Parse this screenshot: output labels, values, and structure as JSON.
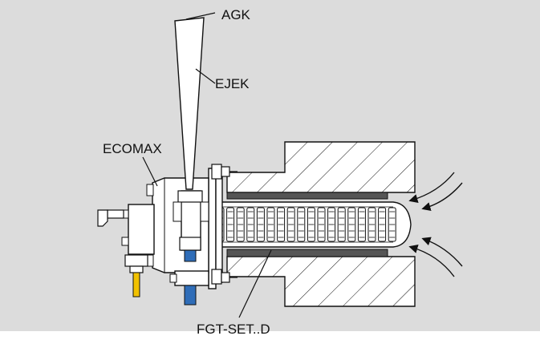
{
  "labels": {
    "agk": "AGK",
    "ejek": "EJEK",
    "ecomax": "ECOMAX",
    "fgt_set": "FGT-SET..D"
  },
  "colors": {
    "background": "#dcdcdc",
    "line": "#111111",
    "component_fill": "#ffffff",
    "dark_gray": "#555555",
    "blue_pipe": "#2f6db8",
    "yellow_cable": "#f2c200"
  },
  "icons": {
    "flow_arrows": "curved-arrow-icon"
  }
}
